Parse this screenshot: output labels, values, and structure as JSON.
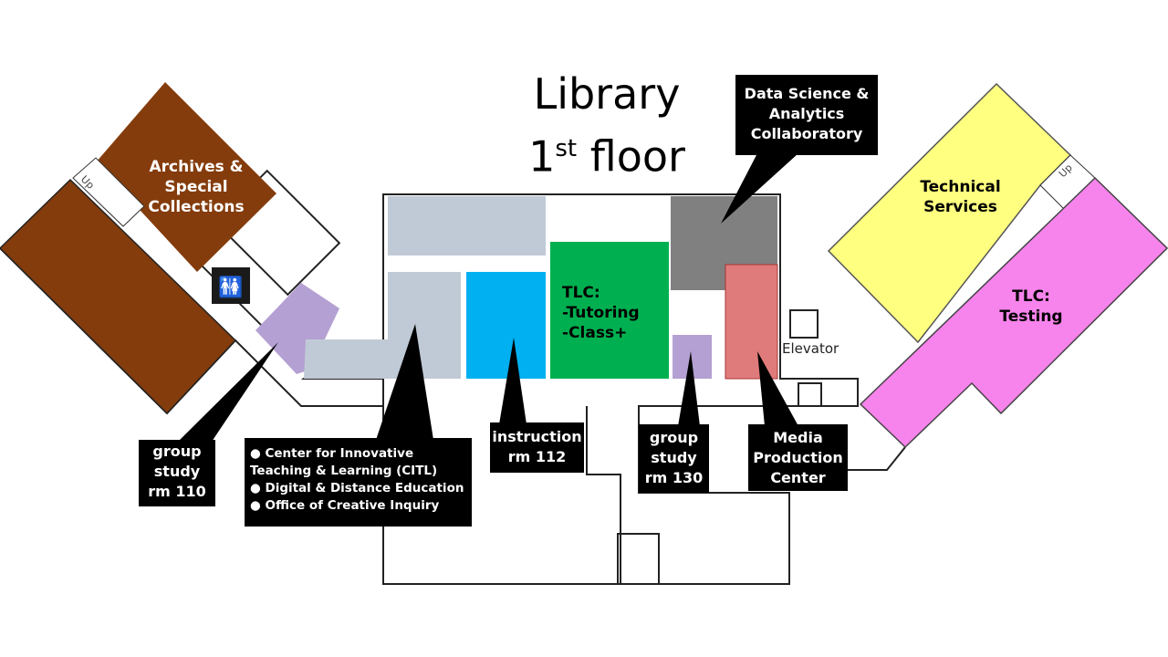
{
  "title": {
    "line1": "Library",
    "floor_num": "1",
    "floor_sup": "st",
    "floor_word": "floor"
  },
  "rooms": {
    "archives": "Archives & Special Collections",
    "technical": "Technical Services",
    "testing": "TLC: Testing",
    "tlc_line1": "TLC:",
    "tlc_line2": "-Tutoring",
    "tlc_line3": "-Class+",
    "elevator": "Elevator",
    "stairs_up": "Up"
  },
  "callouts": {
    "data_science": "Data Science & Analytics Collaboratory",
    "group_110": "group study rm 110",
    "instruction": "instruction rm 112",
    "group_130": "group study rm 130",
    "media": "Media Production Center",
    "citl_items": [
      "Center for Innovative Teaching & Learning (CITL)",
      "Digital & Distance Education",
      "Office of Creative Inquiry"
    ]
  },
  "colors": {
    "archives": "#843c0c",
    "study": "#b4a0d2",
    "offices": "#c0cad6",
    "instruction": "#00b0f0",
    "tutoring": "#00b050",
    "data_science": "#808080",
    "media": "#e07b7b",
    "technical": "#ffff80",
    "testing": "#f783ec"
  }
}
